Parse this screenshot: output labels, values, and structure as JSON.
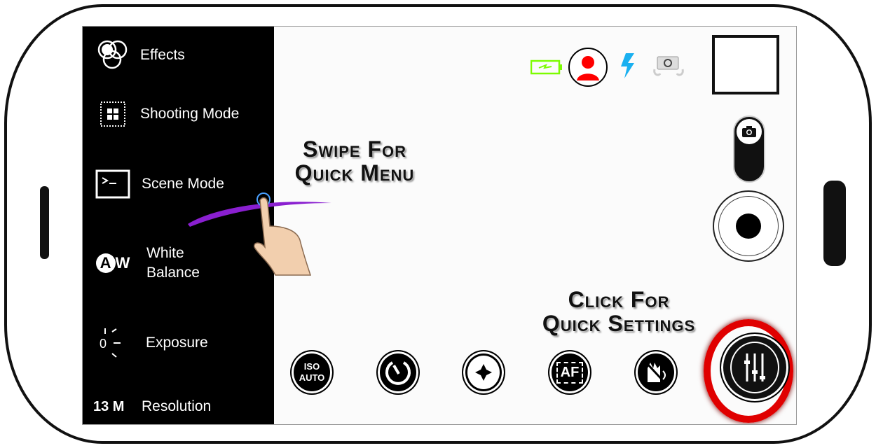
{
  "sidebar": {
    "items": [
      {
        "label": "Effects",
        "icon": "effects-circles-icon"
      },
      {
        "label": "Shooting Mode",
        "icon": "grid-icon"
      },
      {
        "label": "Scene Mode",
        "icon": "scene-terminal-icon"
      },
      {
        "label": "White Balance",
        "icon": "white-balance-icon",
        "icon_text": "AW"
      },
      {
        "label": "Exposure",
        "icon": "exposure-icon",
        "icon_text": "0"
      },
      {
        "label": "Resolution",
        "icon_text": "13 M"
      }
    ]
  },
  "annotations": {
    "swipe_line1": "Swipe For",
    "swipe_line2": "Quick Menu",
    "click_line1": "Click For",
    "click_line2": "Quick Settings"
  },
  "bottom_bar": {
    "iso_line1": "ISO",
    "iso_line2": "AUTO",
    "af_label": "AF"
  },
  "colors": {
    "battery": "#7cfc00",
    "face": "#ff0000",
    "flash": "#1ab0f0",
    "highlight_ring": "#e00000"
  }
}
